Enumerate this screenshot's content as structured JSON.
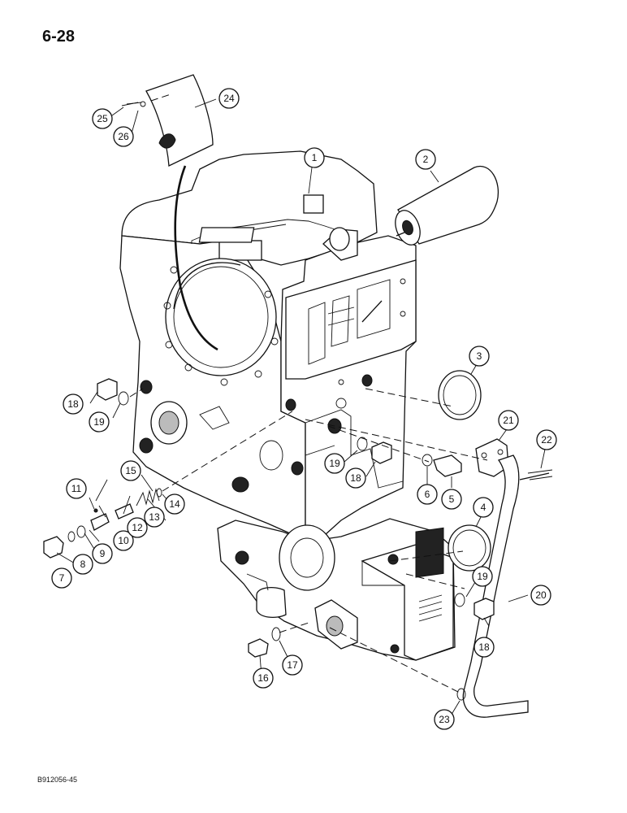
{
  "page": {
    "number": "6-28",
    "figure_code": "B912056-45"
  },
  "callouts": [
    "1",
    "2",
    "3",
    "4",
    "5",
    "6",
    "7",
    "8",
    "9",
    "10",
    "11",
    "12",
    "13",
    "14",
    "15",
    "16",
    "17",
    "18",
    "18",
    "18",
    "19",
    "19",
    "19",
    "20",
    "21",
    "22",
    "23",
    "24",
    "25",
    "26"
  ]
}
